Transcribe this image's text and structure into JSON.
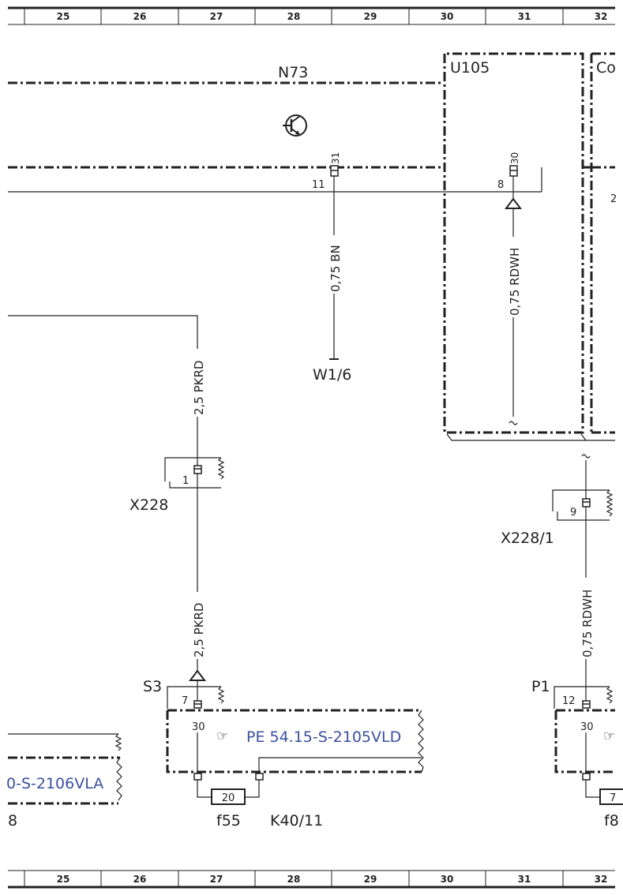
{
  "header": {
    "columns": [
      "25",
      "26",
      "27",
      "28",
      "29",
      "30",
      "31",
      "32"
    ]
  },
  "footer": {
    "columns": [
      "25",
      "26",
      "27",
      "28",
      "29",
      "30",
      "31",
      "32"
    ]
  },
  "components": {
    "n73": "N73",
    "u105": "U105",
    "co": "Co",
    "w1_6": "W1/6",
    "x228": "X228",
    "x228_1": "X228/1",
    "s3": "S3",
    "p1": "P1",
    "f55": "f55",
    "k40_11": "K40/11",
    "f8": "f8",
    "eight": "8"
  },
  "pins": {
    "n73_31": "31",
    "n73_11": "11",
    "u105_30": "30",
    "u105_8": "8",
    "co_2": "2",
    "x228_1": "1",
    "x228_1_9": "9",
    "s3_7": "7",
    "s3_30": "30",
    "p1_12": "12",
    "p1_30": "30",
    "fuse_20": "20",
    "fuse_7": "7"
  },
  "wires": {
    "bn": "0,75 BN",
    "rdwh_top": "0,75 RDWH",
    "pkrd_top": "2,5 PKRD",
    "pkrd_bottom": "2,5 PKRD",
    "rdwh_bottom": "0,75 RDWH"
  },
  "references": {
    "pe_2105": "PE 54.15-S-2105VLD",
    "pe_2106": "0-S-2106VLA"
  },
  "icons": {
    "transistor": "transistor-icon",
    "hand_pointer": "hand-pointer-icon"
  }
}
